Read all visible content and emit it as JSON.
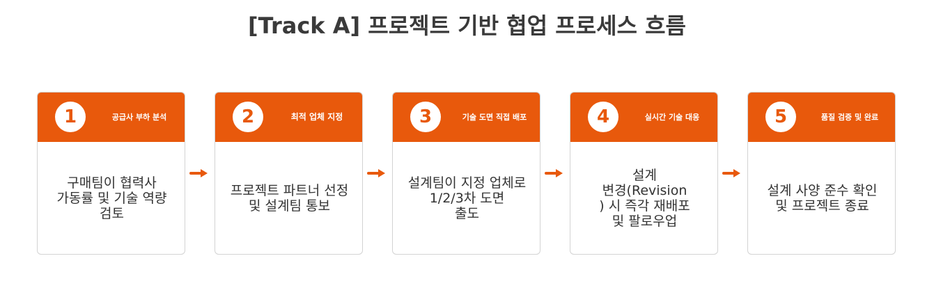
{
  "title": "[Track A] 프로젝트 기반 협업 프로세스 흐름",
  "colors": {
    "accent": "#e8590c",
    "card_border": "#d3d3d3",
    "text": "#333333"
  },
  "steps": [
    {
      "number": "1",
      "title": "공급사 부하 분석",
      "body": "구매팀이 협력사\n가동률 및 기술 역량\n검토"
    },
    {
      "number": "2",
      "title": "최적 업체 지정",
      "body": "프로젝트 파트너 선정\n및 설계팀 통보"
    },
    {
      "number": "3",
      "title": "기술 도면 직접 배포",
      "body": "설계팀이 지정 업체로\n1/2/3차 도면\n출도"
    },
    {
      "number": "4",
      "title": "실시간 기술 대응",
      "body": "설계\n변경(Revision\n) 시 즉각 재배포\n및 팔로우업"
    },
    {
      "number": "5",
      "title": "품질 검증 및 완료",
      "body": "설계 사양 준수 확인\n및 프로젝트 종료"
    }
  ]
}
